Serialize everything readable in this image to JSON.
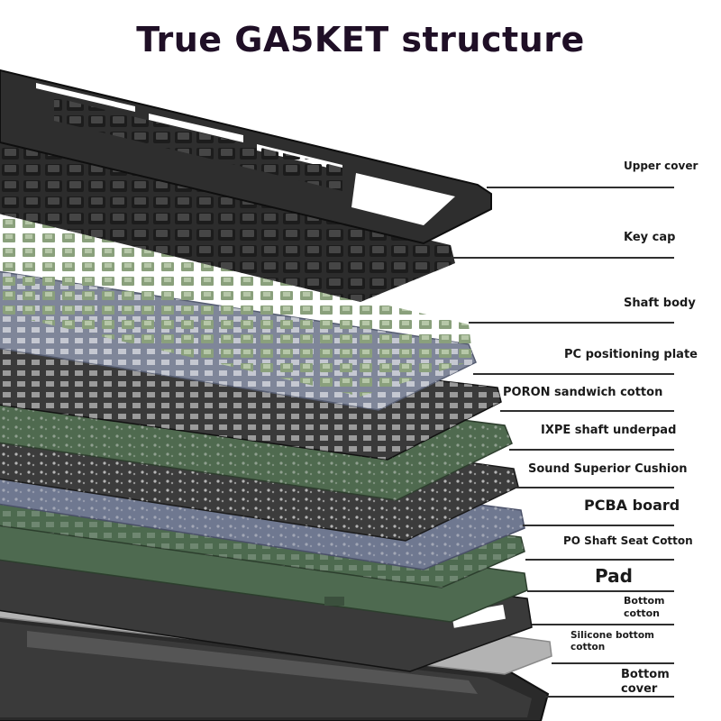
{
  "title": "True GA5KET structure",
  "layers": [
    {
      "label": "Upper cover",
      "color": "#2e2e2e"
    },
    {
      "label": "Key cap",
      "color": "#333333"
    },
    {
      "label": "Shaft body",
      "color": "#7a8c6c"
    },
    {
      "label": "PC positioning plate",
      "color": "#7f8699"
    },
    {
      "label": "PORON sandwich cotton",
      "color": "#3a3a3a"
    },
    {
      "label": "IXPE shaft underpad",
      "color": "#4f6a4f"
    },
    {
      "label": "Sound Superior Cushion",
      "color": "#3c3c3c"
    },
    {
      "label": "PCBA board",
      "color": "#6f7890"
    },
    {
      "label": "PO Shaft Seat Cotton",
      "color": "#4d6a4f"
    },
    {
      "label": "Pad",
      "color": "#4e6a50"
    },
    {
      "label": "Bottom cotton",
      "color": "#3a3a3a"
    },
    {
      "label": "Silicone bottom cotton",
      "color": "#b3b3b3"
    },
    {
      "label": "Bottom cover",
      "color": "#2a2a2a"
    }
  ]
}
